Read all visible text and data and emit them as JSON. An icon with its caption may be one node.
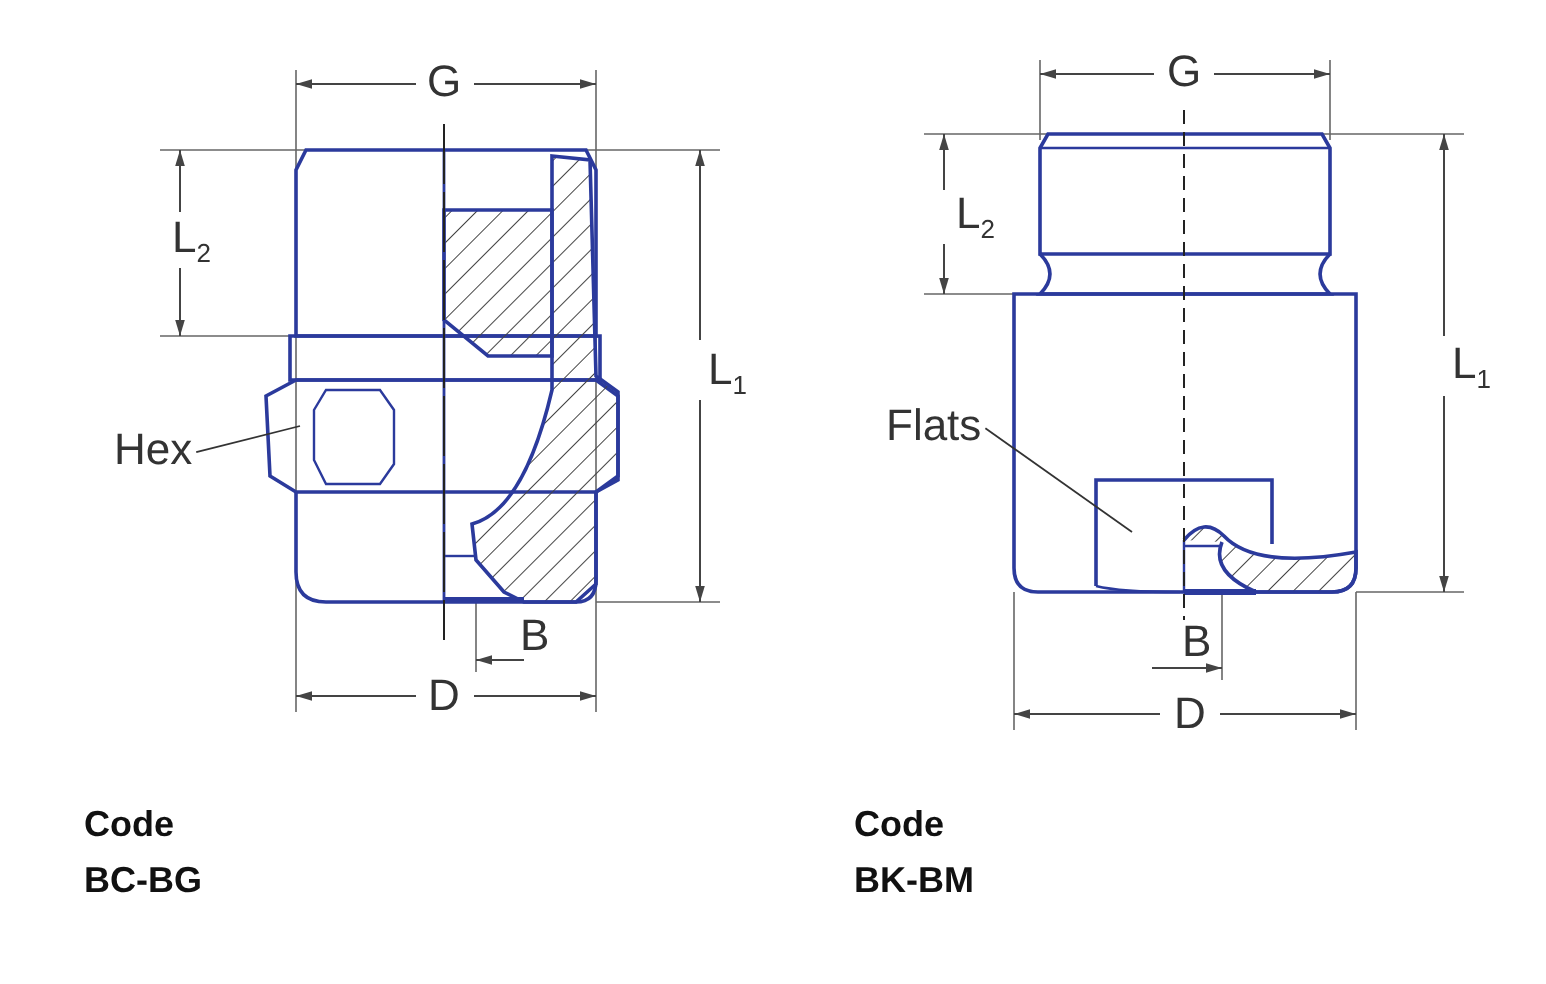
{
  "diagram": {
    "nodes": [
      {
        "text": [
          "Hex"
        ]
      },
      {
        "text": [
          "Flats"
        ]
      }
    ],
    "edges": [
      {
        "from": 0,
        "to": null,
        "arrow": "none"
      },
      {
        "from": 1,
        "to": null,
        "arrow": "none"
      }
    ],
    "labels": [
      "G",
      "L$_{2}$",
      "L$_{1}$",
      "B",
      "D",
      "G",
      "L$_{2}$",
      "L$_{1}$",
      "B",
      "D",
      "Code",
      "BC-BG",
      "Code",
      "BK-BM"
    ]
  }
}
